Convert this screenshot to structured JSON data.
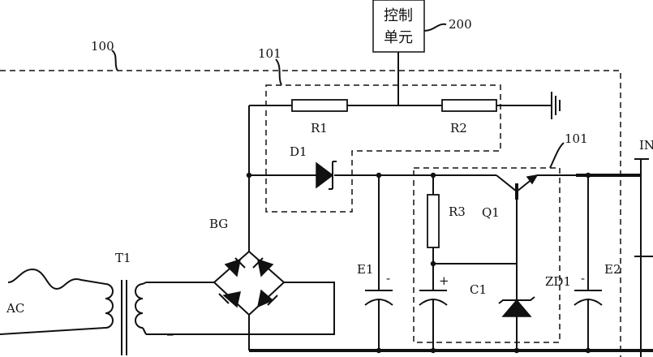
{
  "control_unit": {
    "line1": "控制",
    "line2": "单元",
    "ref": "200"
  },
  "frame_refs": {
    "outer": "100",
    "inner_top": "101",
    "inner_right": "101"
  },
  "components": {
    "r1": "R1",
    "r2": "R2",
    "d1": "D1",
    "bg": "BG",
    "t1": "T1",
    "ac": "AC",
    "e1": "E1",
    "r3": "R3",
    "q1": "Q1",
    "c1": "C1",
    "zd1": "ZD1",
    "e2": "E2",
    "in": "IN"
  },
  "polarity": {
    "e1_minus": "-",
    "c1_plus": "+",
    "e2_minus": "-",
    "t1_minus": "_"
  }
}
